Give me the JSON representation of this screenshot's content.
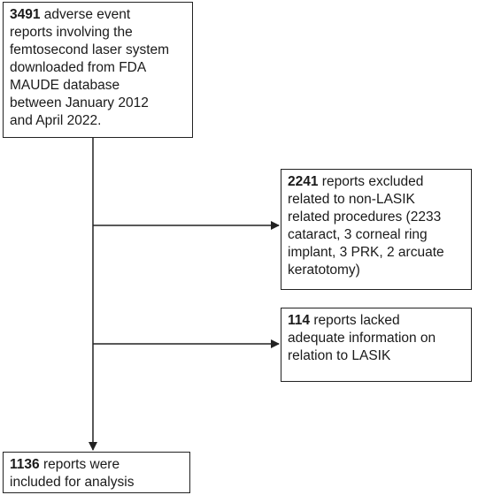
{
  "boxes": {
    "start": {
      "count": "3491",
      "lines": [
        " adverse event",
        "reports involving the",
        "femtosecond laser system",
        "downloaded from FDA",
        "MAUDE database",
        "between January 2012",
        "and April 2022."
      ]
    },
    "exclusion_1": {
      "count": "2241",
      "lines": [
        " reports excluded",
        "related to non-LASIK",
        "related procedures (2233",
        "cataract, 3 corneal ring",
        "implant, 3 PRK, 2 arcuate",
        "keratotomy)"
      ]
    },
    "exclusion_2": {
      "count": "114",
      "lines": [
        " reports lacked",
        "adequate information on",
        "relation to LASIK"
      ]
    },
    "final": {
      "count": "1136",
      "lines": [
        " reports were",
        "included for analysis"
      ]
    }
  },
  "colors": {
    "line": "#222222",
    "box_border": "#222222",
    "text": "#1a1a1a"
  }
}
